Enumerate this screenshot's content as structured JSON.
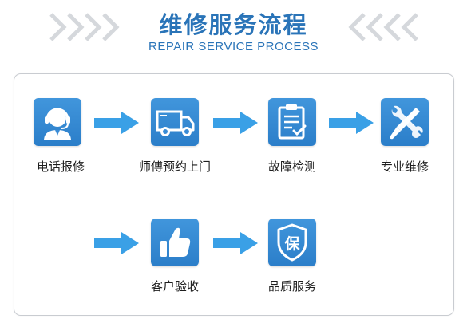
{
  "header": {
    "title": "维修服务流程",
    "subtitle": "REPAIR SERVICE PROCESS"
  },
  "colors": {
    "accent": "#2a74b8",
    "icon_box": "#3a8cd6",
    "arrow": "#3aa0e6",
    "chevron": "#d5d8dc",
    "border": "#c9ccd1"
  },
  "steps": [
    {
      "label": "电话报修",
      "icon": "headset-agent-icon"
    },
    {
      "label": "师傅预约上门",
      "icon": "delivery-truck-icon"
    },
    {
      "label": "故障检测",
      "icon": "clipboard-check-icon"
    },
    {
      "label": "专业维修",
      "icon": "wrench-screwdriver-icon"
    },
    {
      "label": "客户验收",
      "icon": "thumbs-up-icon"
    },
    {
      "label": "品质服务",
      "icon": "quality-shield-icon"
    }
  ],
  "shield_character": "保"
}
